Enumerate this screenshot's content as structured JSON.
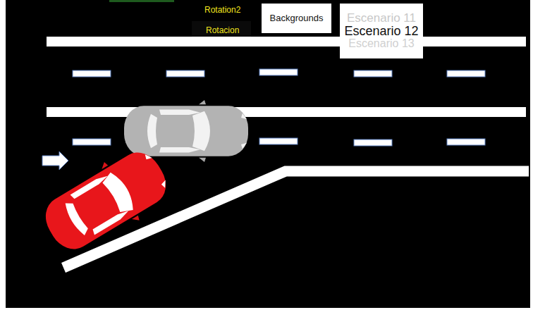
{
  "diagram": {
    "nodes": [
      {
        "text": [
          "Backgrounds"
        ]
      },
      {
        "text": [
          "Escenario 11",
          "Escenario 12",
          "Escenario 13"
        ]
      }
    ],
    "labels": [
      "Rotation2",
      "Rotacion"
    ]
  }
}
